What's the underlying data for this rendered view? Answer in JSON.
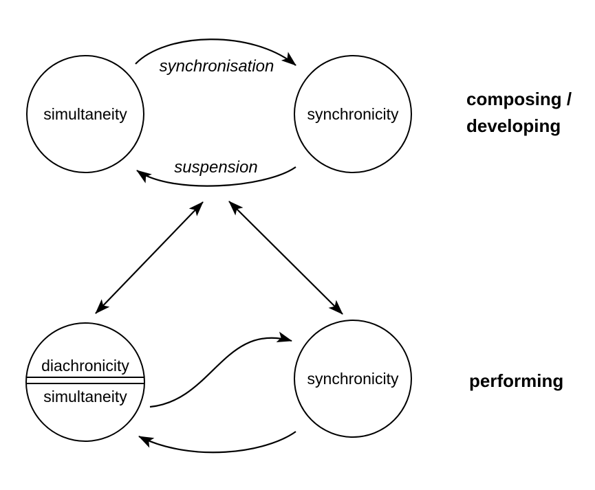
{
  "diagram": {
    "background_color": "#ffffff",
    "ink_color": "#000000",
    "nodes": {
      "top_left": {
        "label": "simultaneity"
      },
      "top_right": {
        "label": "synchronicity"
      },
      "bottom_left": {
        "label_top": "diachronicity",
        "label_bottom": "simultaneity"
      },
      "bottom_right": {
        "label": "synchronicity"
      }
    },
    "edge_labels": {
      "forward": "synchronisation",
      "backward": "suspension"
    },
    "row_labels": {
      "top_line1": "composing /",
      "top_line2": "developing",
      "bottom": "performing"
    }
  }
}
